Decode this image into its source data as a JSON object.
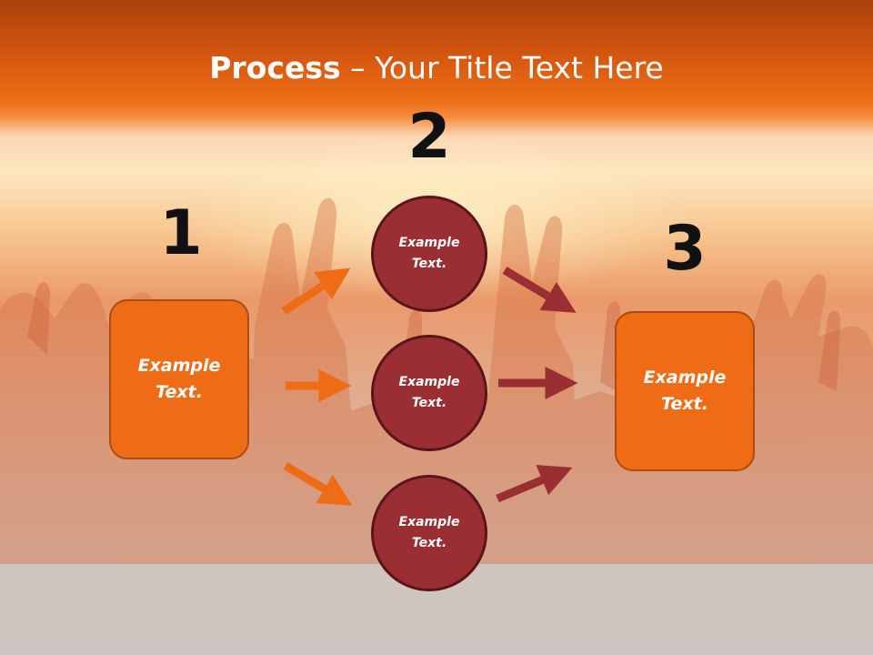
{
  "title": {
    "bold": "Process",
    "rest": " – Your Title Text Here"
  },
  "steps": [
    {
      "number": "1",
      "text": "Example Text."
    },
    {
      "number": "2",
      "text": "Example Text."
    },
    {
      "number": "3",
      "text": "Example Text."
    }
  ],
  "circles": [
    {
      "text": "Example Text."
    },
    {
      "text": "Example Text."
    },
    {
      "text": "Example Text."
    }
  ],
  "colors": {
    "header_orange": "#ec6e16",
    "box_orange": "#ef6c17",
    "circle_red": "#9a2f33",
    "arrow_orange": "#ef6c17",
    "arrow_red": "#9a2f33"
  }
}
